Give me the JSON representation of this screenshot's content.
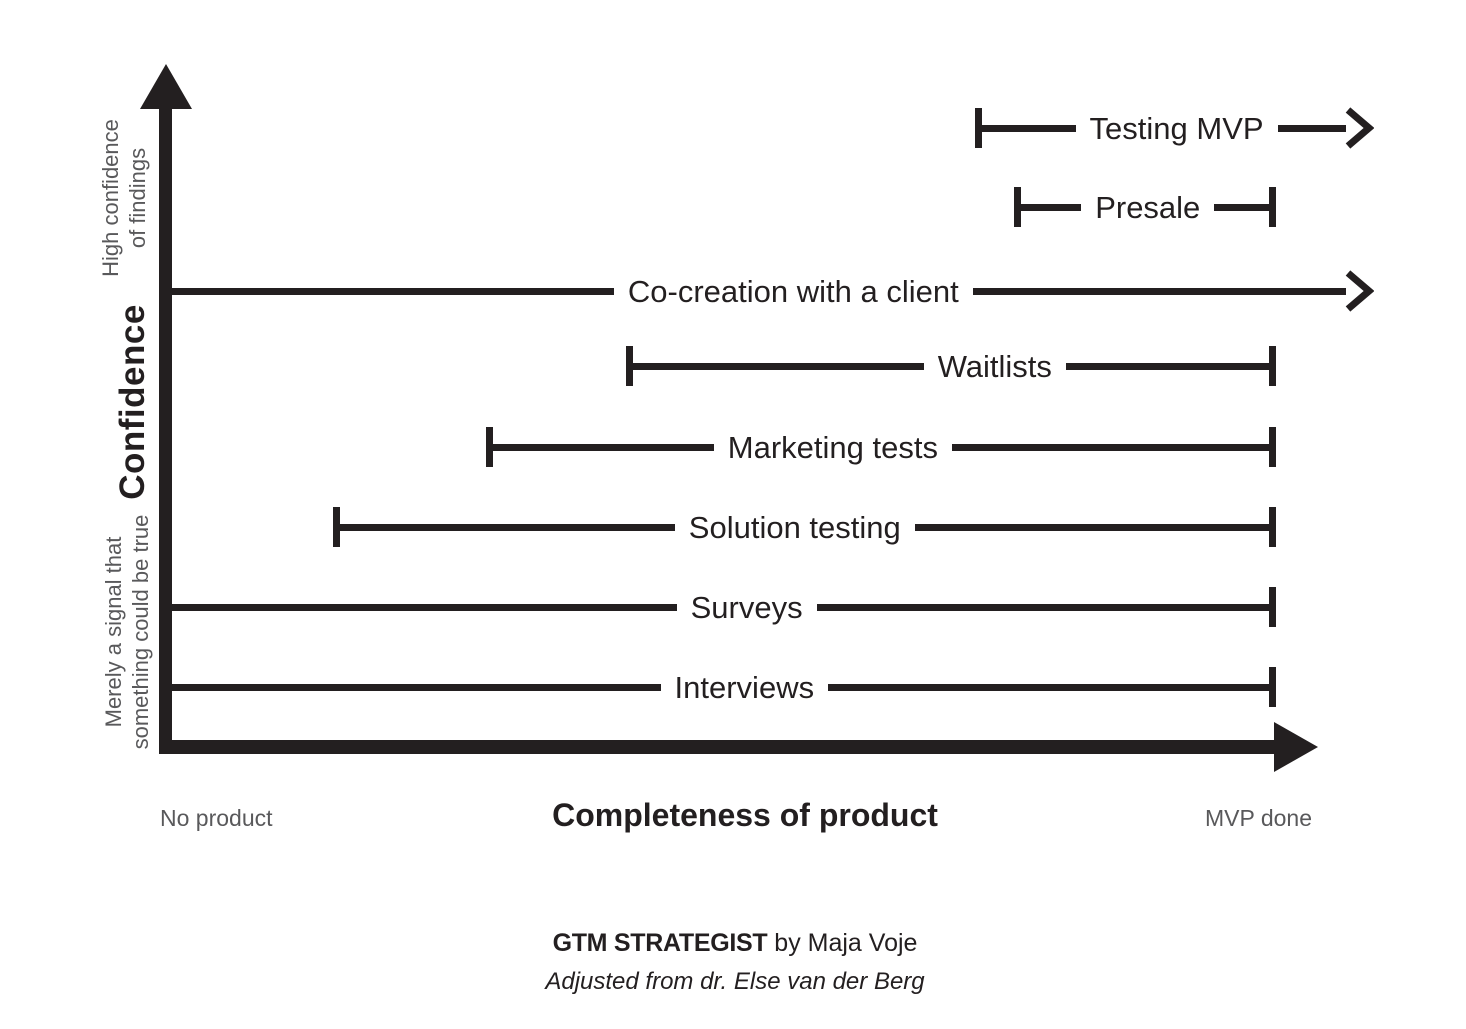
{
  "colors": {
    "ink": "#231f20",
    "muted_text": "#59595b",
    "background": "#ffffff"
  },
  "y_axis": {
    "title": "Confidence",
    "high_label_line1": "High confidence",
    "high_label_line2": "of findings",
    "low_label_line1": "Merely a signal that",
    "low_label_line2": "something could be true"
  },
  "x_axis": {
    "title": "Completeness of product",
    "left_label": "No product",
    "right_label": "MVP done"
  },
  "methods": [
    {
      "label": "Testing MVP",
      "confidence_rank": 8,
      "has_start_cap": true,
      "end_style": "arrow"
    },
    {
      "label": "Presale",
      "confidence_rank": 7,
      "has_start_cap": true,
      "end_style": "cap"
    },
    {
      "label": "Co-creation with a client",
      "confidence_rank": 6,
      "has_start_cap": false,
      "end_style": "arrow"
    },
    {
      "label": "Waitlists",
      "confidence_rank": 5,
      "has_start_cap": true,
      "end_style": "cap"
    },
    {
      "label": "Marketing tests",
      "confidence_rank": 4,
      "has_start_cap": true,
      "end_style": "cap"
    },
    {
      "label": "Solution testing",
      "confidence_rank": 3,
      "has_start_cap": true,
      "end_style": "cap"
    },
    {
      "label": "Surveys",
      "confidence_rank": 2,
      "has_start_cap": false,
      "end_style": "cap"
    },
    {
      "label": "Interviews",
      "confidence_rank": 1,
      "has_start_cap": false,
      "end_style": "cap"
    }
  ],
  "footer": {
    "brand": "GTM STRATEGIST",
    "byline": " by Maja Voje",
    "credit": "Adjusted from dr. Else van der Berg"
  }
}
